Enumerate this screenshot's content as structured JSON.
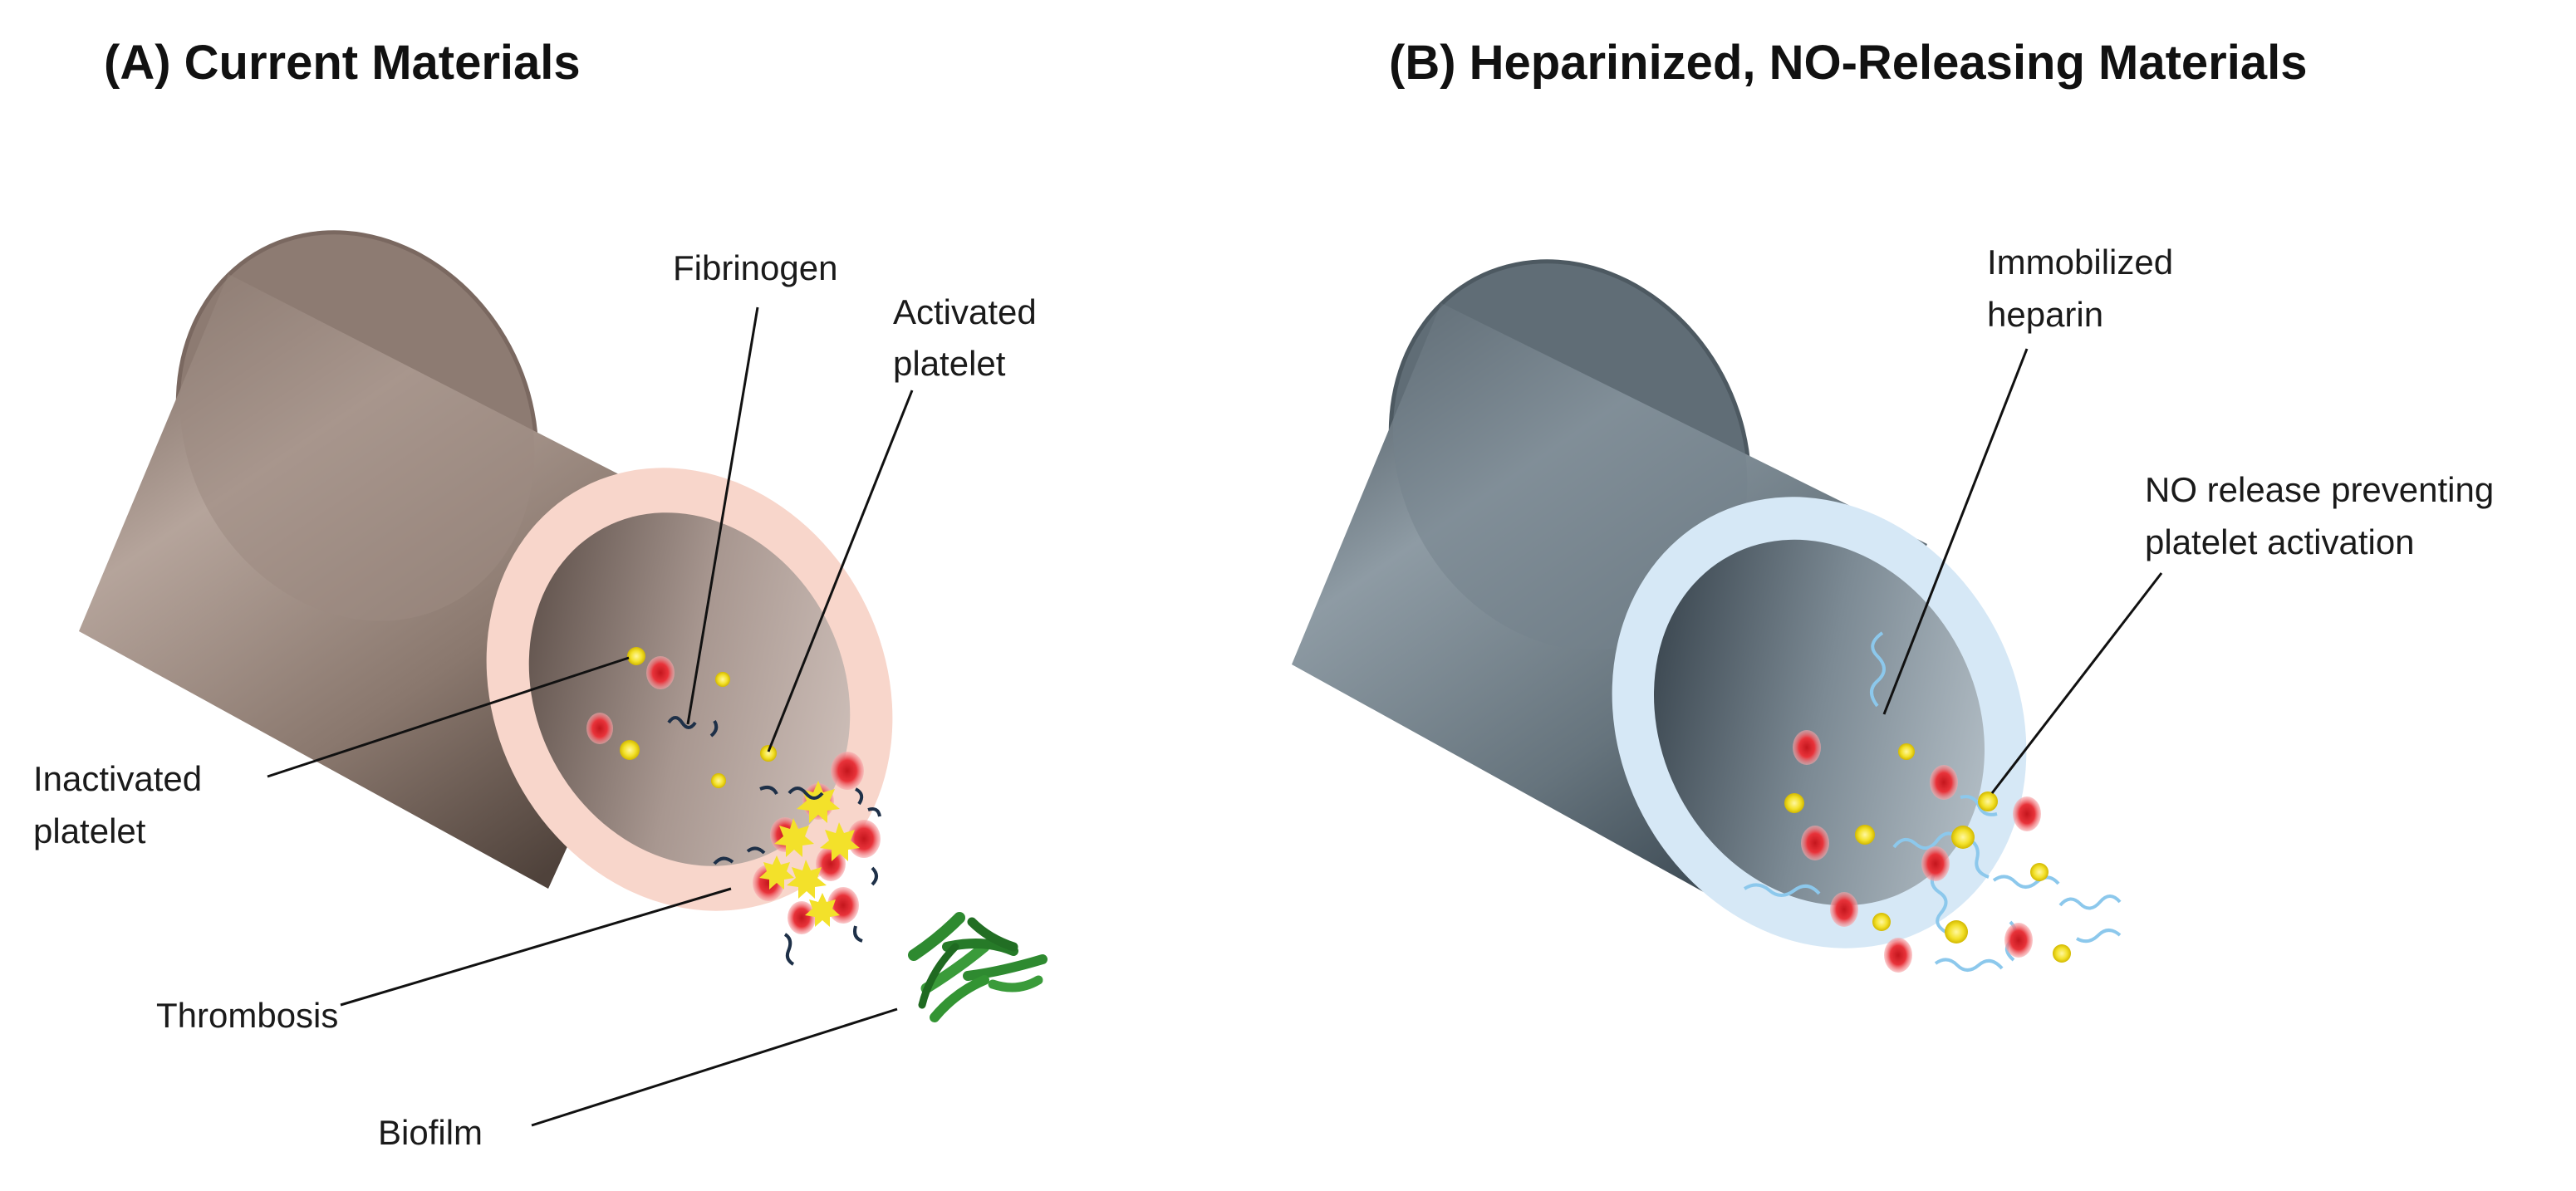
{
  "panels": {
    "a": {
      "title": "(A) Current Materials",
      "labels": {
        "fibrinogen": "Fibrinogen",
        "activated_1": "Activated",
        "activated_2": "platelet",
        "inactivated_1": "Inactivated",
        "inactivated_2": "platelet",
        "thrombosis": "Thrombosis",
        "biofilm": "Biofilm"
      }
    },
    "b": {
      "title": "(B) Heparinized, NO-Releasing Materials",
      "labels": {
        "heparin_1": "Immobilized",
        "heparin_2": "heparin",
        "no_release_1": "NO release preventing",
        "no_release_2": "platelet activation"
      }
    }
  },
  "colors": {
    "tube_a": "#8f7c72",
    "ring_a": "#f8d6cb",
    "tube_b": "#5f6e78",
    "ring_b": "#d6e8f6",
    "red_platelet": "#e8333a",
    "yellow_platelet": "#f3e12a",
    "fibrin": "#1e3048",
    "heparin": "#8cc8ec",
    "biofilm": "#2e8a30"
  }
}
